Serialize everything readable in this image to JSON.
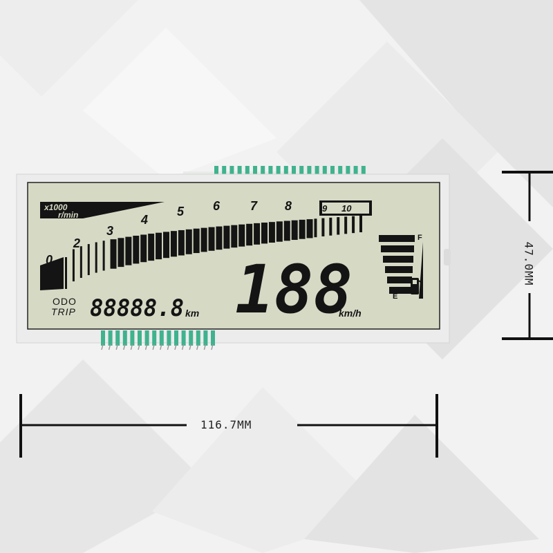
{
  "display": {
    "rpm_multiplier": "x1000",
    "rpm_unit": "r/min",
    "rpm_ticks": [
      "0",
      "2",
      "3",
      "4",
      "5",
      "6",
      "7",
      "8",
      "9",
      "10"
    ],
    "speed_value": "188",
    "speed_unit": "km/h",
    "odo_label": "ODO",
    "trip_label": "TRIP",
    "odometer_value": "88888.8",
    "odometer_unit": "km",
    "fuel_full": "F",
    "fuel_empty": "E",
    "fuel_bars": 6
  },
  "dimensions": {
    "width": "116.7MM",
    "height": "47.0MM"
  },
  "colors": {
    "lcd_background": "#d6d9c4",
    "segment": "#141414",
    "pins": "#3fb28e",
    "glass": "#ececec"
  }
}
